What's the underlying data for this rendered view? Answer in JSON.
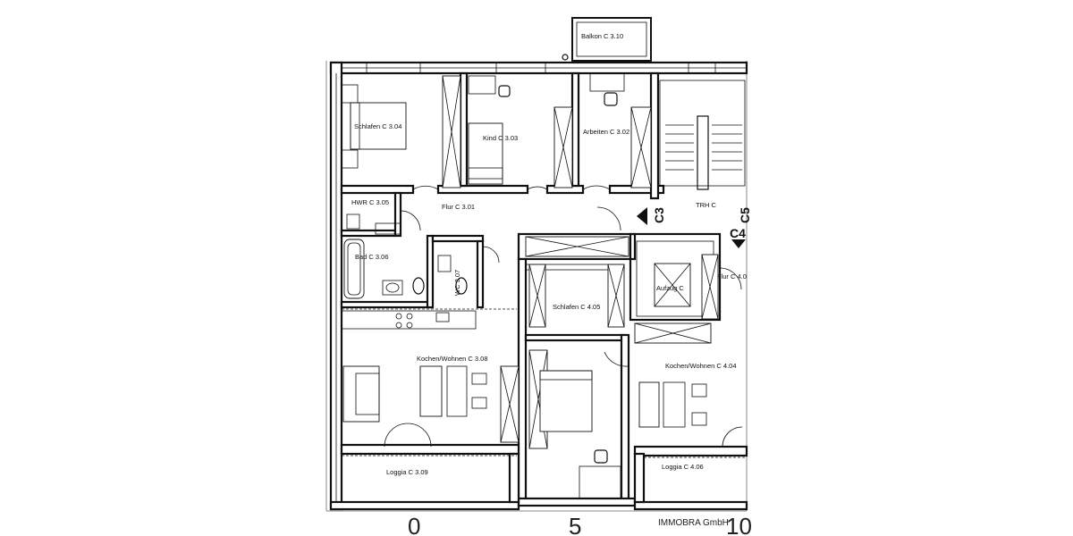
{
  "rooms": {
    "schlafen_304": "Schlafen C 3.04",
    "kind_303": "Kind C 3.03",
    "arbeiten_302": "Arbeiten C 3.02",
    "balkon_310": "Balkon C 3.10",
    "hwr_305": "HWR C 3.05",
    "flur_301": "Flur C 3.01",
    "bad_306": "Bad C 3.06",
    "wc_307": "WC 3.07",
    "kochen_308": "Kochen/Wohnen C 3.08",
    "loggia_309": "Loggia C 3.09",
    "schlafen_405": "Schlafen C 4.05",
    "trh": "TRH C",
    "aufzug": "Aufzug C",
    "flur_40": "Flur C 4.0",
    "kochen_404": "Kochen/Wohnen C 4.04",
    "loggia_406": "Loggia C 4.06"
  },
  "markers": {
    "c3": "C3",
    "c4": "C4",
    "c5": "C5"
  },
  "scale": {
    "s0": "0",
    "s5": "5",
    "s10": "10"
  },
  "brand": "IMMOBRA GmbH"
}
